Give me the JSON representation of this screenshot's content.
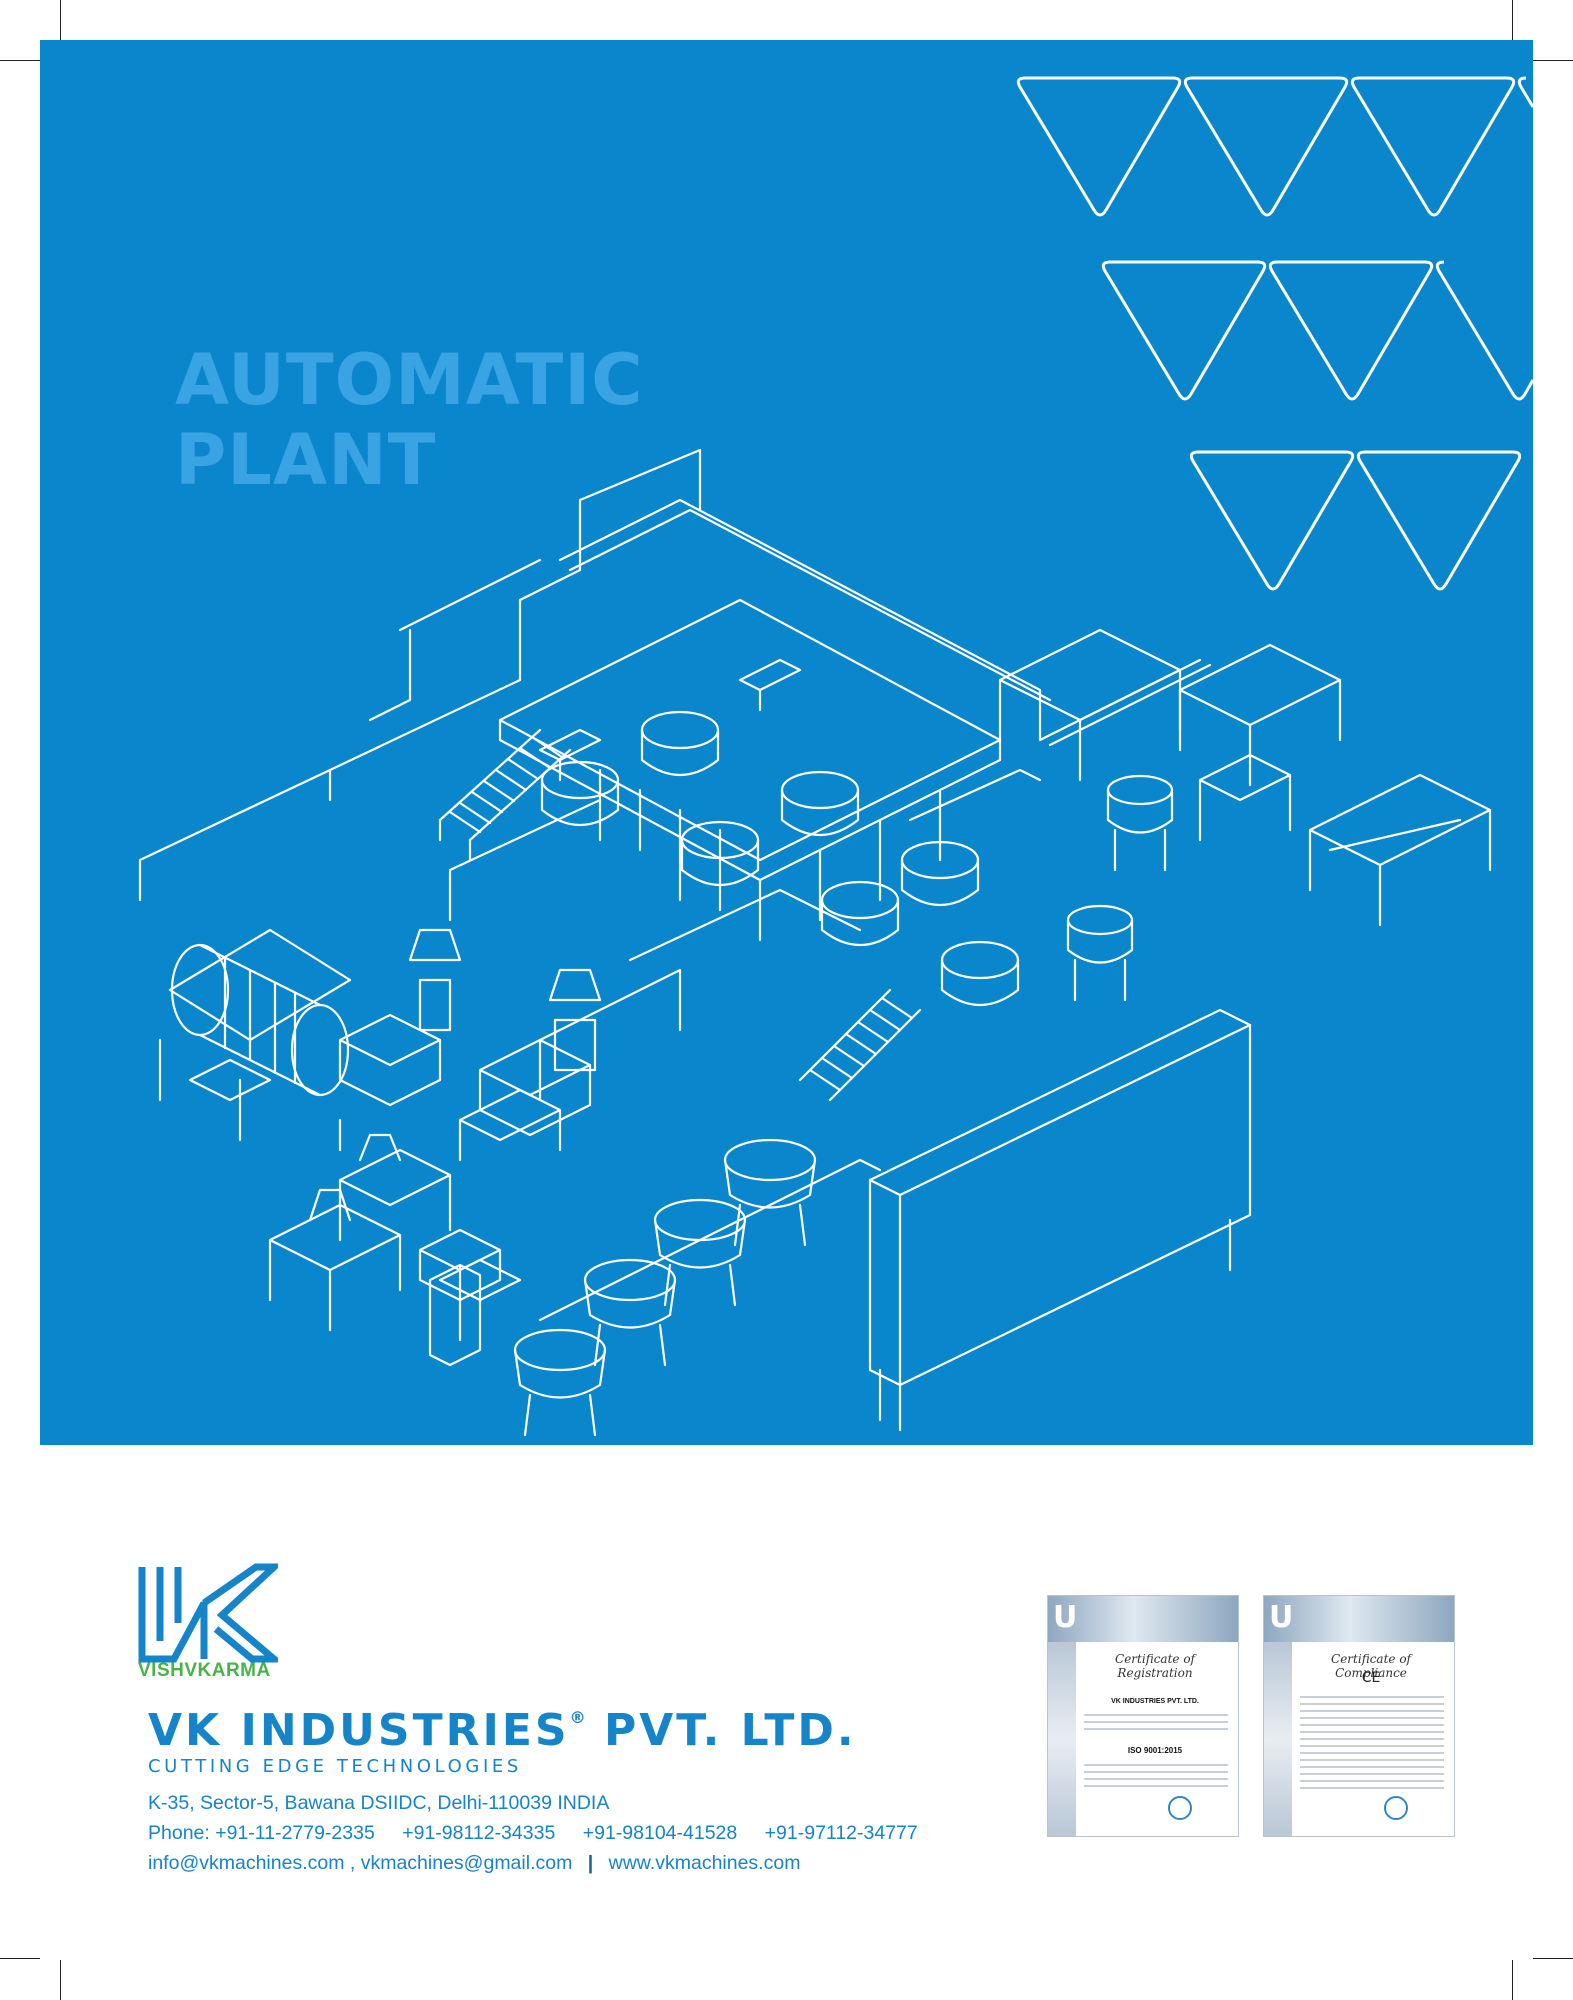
{
  "headline": {
    "line1": "AUTOMATIC",
    "line2": "PLANT"
  },
  "colors": {
    "panel_blue": "#0a86cc",
    "headline_blue": "#3aa3e3",
    "brand_blue": "#1584c8",
    "brand_green": "#49b34a"
  },
  "brand": {
    "logo_icon": "vk-monogram-icon",
    "logo_text": "VISHVKARMA",
    "company_name": "VK INDUSTRIES",
    "registered": "®",
    "company_suffix": "PVT. LTD.",
    "tagline": "CUTTING EDGE TECHNOLOGIES"
  },
  "contact": {
    "address": "K-35, Sector-5, Bawana DSIIDC, Delhi-110039 INDIA",
    "phone_label": "Phone:",
    "phones": [
      "+91-11-2779-2335",
      "+91-98112-34335",
      "+91-98104-41528",
      "+91-97112-34777"
    ],
    "email1": "info@vkmachines.com ,",
    "email2": "vkmachines@gmail.com",
    "separator": "|",
    "website": "www.vkmachines.com"
  },
  "certificates": [
    {
      "title": "Certificate of Registration",
      "holder": "VK INDUSTRIES PVT. LTD.",
      "standard": "ISO 9001:2015"
    },
    {
      "title": "Certificate of Compliance",
      "mark": "CE"
    }
  ]
}
